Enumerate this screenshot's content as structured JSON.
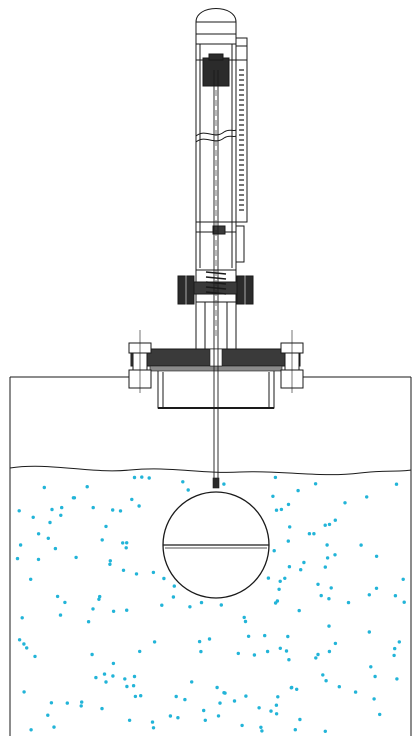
{
  "diagram": {
    "subject": "",
    "colors": {
      "line": "#1a1a1a",
      "fill_dark": "#2b2b2b",
      "fill_mid": "#6a6a6a",
      "hatch": "#555555",
      "liquid_dots": "#22b4d8",
      "background": "#ffffff"
    },
    "components": [
      {
        "id": "transmitter-head"
      },
      {
        "id": "indicator-housing"
      },
      {
        "id": "upper-bracket"
      },
      {
        "id": "flange"
      },
      {
        "id": "nozzle"
      },
      {
        "id": "guide-rod"
      },
      {
        "id": "float-ball"
      },
      {
        "id": "tank"
      },
      {
        "id": "liquid"
      }
    ]
  }
}
